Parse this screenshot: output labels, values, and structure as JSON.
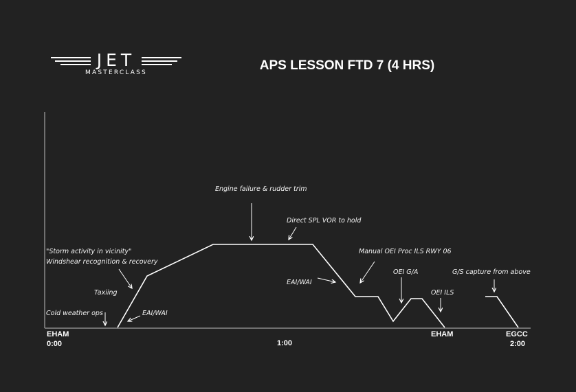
{
  "logo": {
    "word": "JET",
    "subtitle": "MASTERCLASS"
  },
  "title": "APS LESSON FTD 7 (4 HRS)",
  "axis": {
    "start_airport": "EHAM",
    "start_time": "0:00",
    "mid_time": "1:00",
    "mid_airport": "EHAM",
    "end_airport": "EGCC",
    "end_time": "2:00"
  },
  "annotations": {
    "cold_weather": "Cold weather ops",
    "taxiing": "Taxiing",
    "eai_wai_climb": "EAI/WAI",
    "storm": "\"Storm activity in vicinity\"",
    "windshear": "Windshear recognition & recovery",
    "engine_failure": "Engine failure & rudder trim",
    "direct_spl": "Direct SPL VOR to hold",
    "eai_wai_descent": "EAI/WAI",
    "manual_oei": "Manual OEI Proc ILS RWY 06",
    "oei_ga": "OEI G/A",
    "oei_ils": "OEI ILS",
    "gs_capture": "G/S capture from above"
  },
  "colors": {
    "background": "#222222",
    "line": "#ffffff",
    "axis": "#8a8a8a"
  }
}
